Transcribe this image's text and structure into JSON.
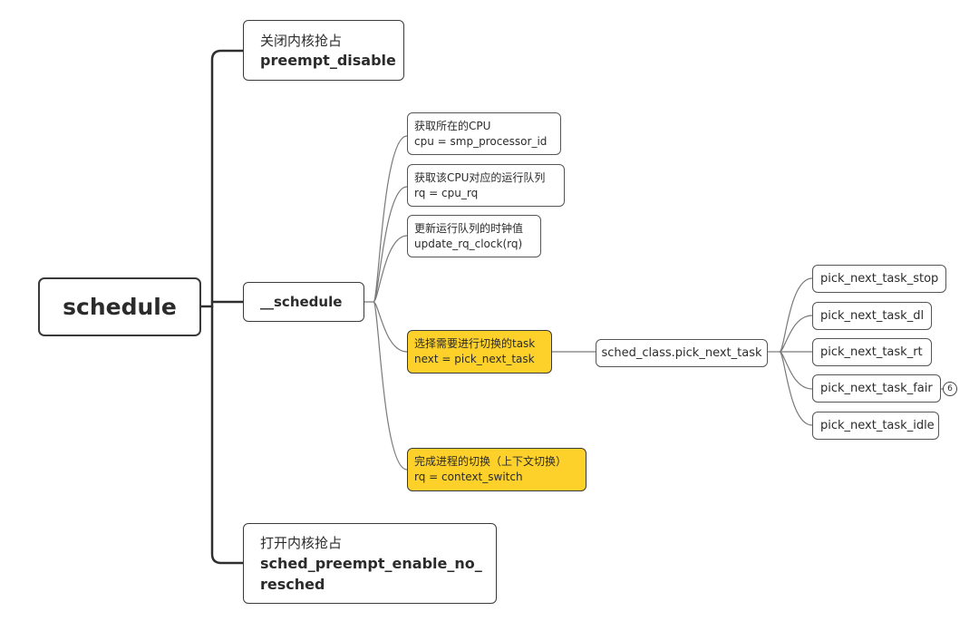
{
  "root": {
    "label": "schedule"
  },
  "branches": {
    "preempt_disable": {
      "line1": "关闭内核抢占",
      "line2": "preempt_disable"
    },
    "schedule_inner": {
      "label": "__schedule"
    },
    "preempt_enable": {
      "line1": "打开内核抢占",
      "line2": "sched_preempt_enable_no_resched"
    }
  },
  "steps": [
    {
      "line1": "获取所在的CPU",
      "line2": "cpu = smp_processor_id"
    },
    {
      "line1": "获取该CPU对应的运行队列",
      "line2": "rq = cpu_rq"
    },
    {
      "line1": "更新运行队列的时钟值",
      "line2": "update_rq_clock(rq)"
    },
    {
      "line1": "选择需要进行切换的task",
      "line2": "next = pick_next_task"
    },
    {
      "line1": "完成进程的切换（上下文切换）",
      "line2": "rq = context_switch"
    }
  ],
  "sched_class": {
    "label": "sched_class.pick_next_task"
  },
  "classes": [
    {
      "label": "pick_next_task_stop"
    },
    {
      "label": "pick_next_task_dl"
    },
    {
      "label": "pick_next_task_rt"
    },
    {
      "label": "pick_next_task_fair",
      "badge": "6"
    },
    {
      "label": "pick_next_task_idle"
    }
  ],
  "colors": {
    "highlight": "#fdd12a",
    "line": "#3a3a3a",
    "thin_line": "#777777"
  }
}
